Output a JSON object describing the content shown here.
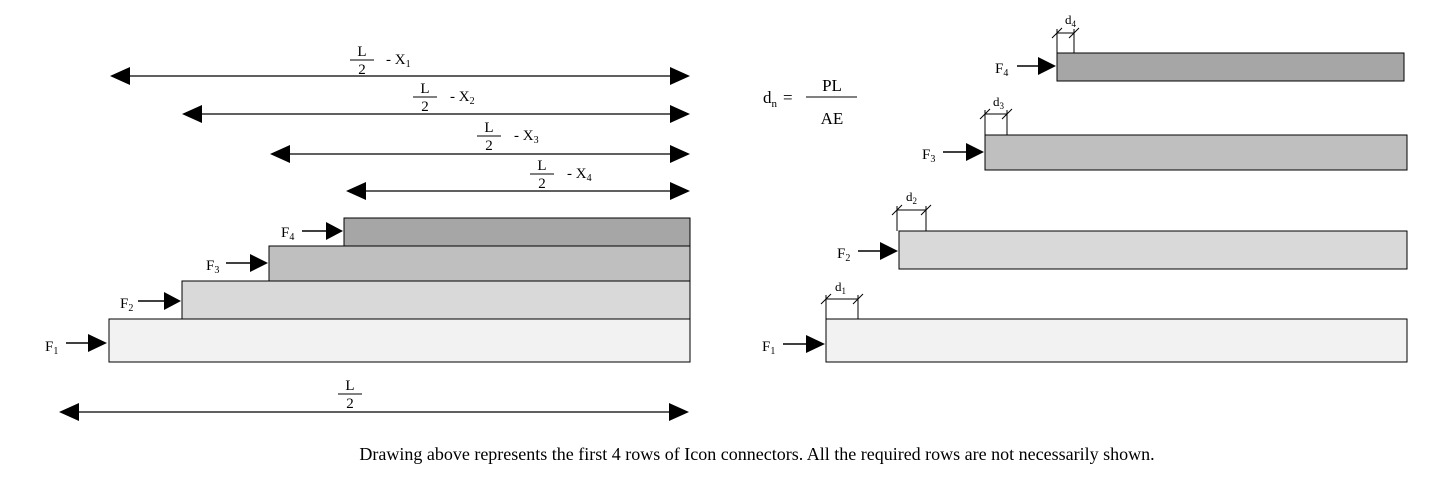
{
  "left_panel": {
    "dimensions": [
      {
        "num": "L",
        "den": "2",
        "suffix": "- X",
        "sub": "1"
      },
      {
        "num": "L",
        "den": "2",
        "suffix": "- X",
        "sub": "2"
      },
      {
        "num": "L",
        "den": "2",
        "suffix": "- X",
        "sub": "3"
      },
      {
        "num": "L",
        "den": "2",
        "suffix": "- X",
        "sub": "4"
      }
    ],
    "total_dimension": {
      "num": "L",
      "den": "2"
    },
    "forces": [
      {
        "label": "F",
        "sub": "1"
      },
      {
        "label": "F",
        "sub": "2"
      },
      {
        "label": "F",
        "sub": "3"
      },
      {
        "label": "F",
        "sub": "4"
      }
    ],
    "bar_colors": [
      "#f2f2f2",
      "#d9d9d9",
      "#bfbfbf",
      "#a6a6a6"
    ]
  },
  "formula": {
    "lhs": "d",
    "lhs_sub": "n",
    "equals": "=",
    "num": "PL",
    "den": "AE"
  },
  "right_panel": {
    "forces": [
      {
        "label": "F",
        "sub": "1"
      },
      {
        "label": "F",
        "sub": "2"
      },
      {
        "label": "F",
        "sub": "3"
      },
      {
        "label": "F",
        "sub": "4"
      }
    ],
    "deflections": [
      {
        "label": "d",
        "sub": "1"
      },
      {
        "label": "d",
        "sub": "2"
      },
      {
        "label": "d",
        "sub": "3"
      },
      {
        "label": "d",
        "sub": "4"
      }
    ]
  },
  "caption": "Drawing above represents the first 4 rows of Icon connectors.  All the required rows are not necessarily shown."
}
